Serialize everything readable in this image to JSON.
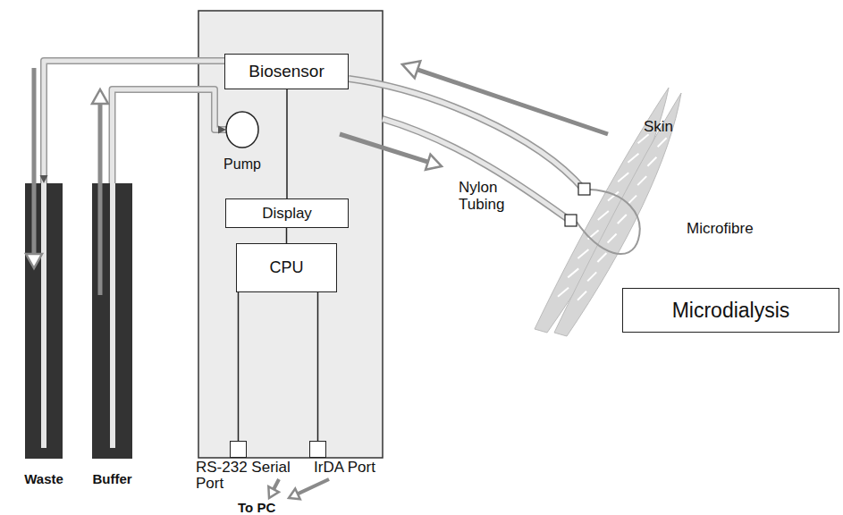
{
  "diagram": {
    "nodes": [
      {
        "text": [
          "Waste"
        ]
      },
      {
        "text": [
          "Buffer"
        ]
      },
      {
        "text": [
          "Biosensor"
        ]
      },
      {
        "text": [
          "Pump"
        ]
      },
      {
        "text": [
          "Display"
        ]
      },
      {
        "text": [
          "CPU"
        ]
      },
      {
        "text": [
          "RS-232 Serial Port"
        ]
      },
      {
        "text": [
          "IrDA Port"
        ]
      },
      {
        "text": [
          "Microdialysis"
        ]
      }
    ],
    "edges": [
      {
        "from": 2,
        "to": 0,
        "arrow": "to"
      },
      {
        "from": 1,
        "to": 3,
        "arrow": "to"
      },
      {
        "from": 2,
        "to": 4,
        "arrow": "none"
      },
      {
        "from": 4,
        "to": 5,
        "arrow": "none"
      },
      {
        "from": 5,
        "to": 6,
        "arrow": "none"
      },
      {
        "from": 5,
        "to": 7,
        "arrow": "none"
      }
    ],
    "labels": [
      "Skin",
      "Nylon Tubing",
      "Microfibre",
      "To PC"
    ]
  }
}
